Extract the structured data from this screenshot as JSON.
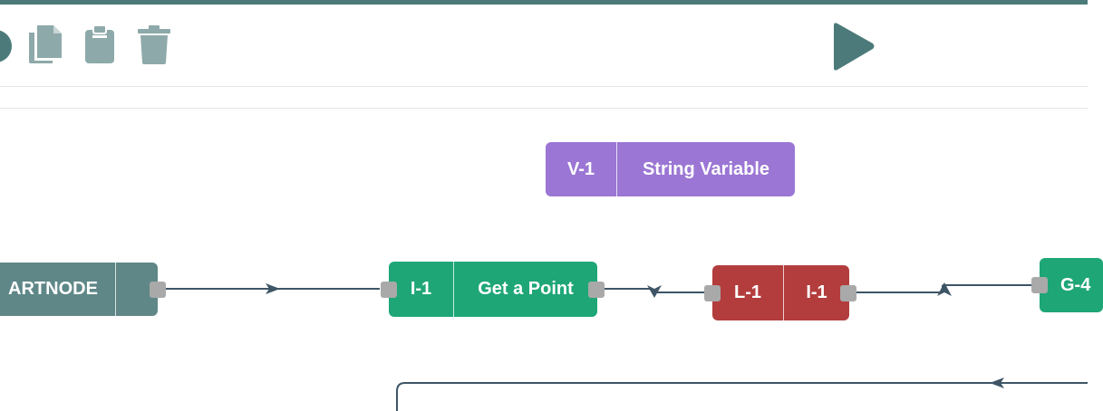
{
  "colors": {
    "accent": "#4c7a7a",
    "icon_gray": "#8ea9a9",
    "start_node": "#5f8787",
    "input_node": "#1ea677",
    "variable_node": "#9b76d4",
    "logic_node": "#b33d3d",
    "edge": "#3e5566",
    "port": "#a9a9a9"
  },
  "toolbar": {
    "icons": [
      "circle-icon",
      "copy-icon",
      "clipboard-icon",
      "trash-icon",
      "play-icon"
    ]
  },
  "nodes": {
    "start": {
      "label": "ARTNODE"
    },
    "variable": {
      "id": "V-1",
      "label": "String Variable"
    },
    "input": {
      "id": "I-1",
      "label": "Get a Point"
    },
    "logic": {
      "id": "L-1",
      "ref": "I-1"
    },
    "partial": {
      "id": "G-4"
    }
  }
}
